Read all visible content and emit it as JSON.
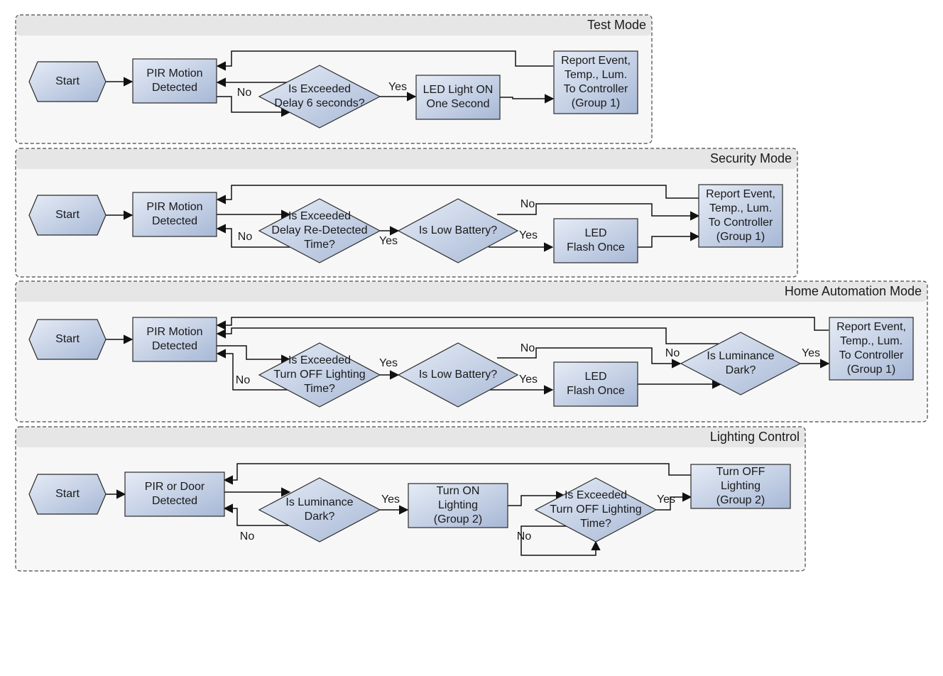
{
  "colors": {
    "node_fill_light": "#e6ecf6",
    "node_fill_dark": "#a7b8d6",
    "lane_background": "#f7f7f7",
    "lane_header": "#e6e6e6",
    "line": "#111111"
  },
  "lanes": [
    {
      "id": "test",
      "title": "Test Mode",
      "nodes": [
        {
          "id": "t_start",
          "shape": "hexagon",
          "lines": [
            "Start"
          ]
        },
        {
          "id": "t_pir",
          "shape": "rect",
          "lines": [
            "PIR Motion",
            "Detected"
          ]
        },
        {
          "id": "t_delay",
          "shape": "diamond",
          "lines": [
            "Is Exceeded",
            "Delay 6 seconds?"
          ]
        },
        {
          "id": "t_led",
          "shape": "rect",
          "lines": [
            "LED Light ON",
            "One Second"
          ]
        },
        {
          "id": "t_report",
          "shape": "rect",
          "lines": [
            "Report Event,",
            "Temp., Lum.",
            "To Controller",
            "(Group 1)"
          ]
        }
      ],
      "edges": [
        {
          "from": "t_start",
          "to": "t_pir",
          "label": ""
        },
        {
          "from": "t_pir",
          "to": "t_delay",
          "label": ""
        },
        {
          "from": "t_delay",
          "to": "t_pir",
          "label": "No"
        },
        {
          "from": "t_delay",
          "to": "t_led",
          "label": "Yes"
        },
        {
          "from": "t_led",
          "to": "t_report",
          "label": ""
        },
        {
          "from": "t_report",
          "to": "t_pir",
          "label": ""
        }
      ]
    },
    {
      "id": "security",
      "title": "Security Mode",
      "nodes": [
        {
          "id": "s_start",
          "shape": "hexagon",
          "lines": [
            "Start"
          ]
        },
        {
          "id": "s_pir",
          "shape": "rect",
          "lines": [
            "PIR Motion",
            "Detected"
          ]
        },
        {
          "id": "s_delay",
          "shape": "diamond",
          "lines": [
            "Is Exceeded",
            "Delay Re-Detected",
            "Time?"
          ]
        },
        {
          "id": "s_batt",
          "shape": "diamond",
          "lines": [
            "Is Low Battery?"
          ]
        },
        {
          "id": "s_led",
          "shape": "rect",
          "lines": [
            "LED",
            "Flash Once"
          ]
        },
        {
          "id": "s_report",
          "shape": "rect",
          "lines": [
            "Report Event,",
            "Temp., Lum.",
            "To Controller",
            "(Group 1)"
          ]
        }
      ],
      "edges": [
        {
          "from": "s_start",
          "to": "s_pir",
          "label": ""
        },
        {
          "from": "s_pir",
          "to": "s_delay",
          "label": ""
        },
        {
          "from": "s_delay",
          "to": "s_pir",
          "label": "No"
        },
        {
          "from": "s_delay",
          "to": "s_batt",
          "label": "Yes"
        },
        {
          "from": "s_batt",
          "to": "s_report",
          "label": "No"
        },
        {
          "from": "s_batt",
          "to": "s_led",
          "label": "Yes"
        },
        {
          "from": "s_led",
          "to": "s_report",
          "label": ""
        },
        {
          "from": "s_report",
          "to": "s_pir",
          "label": ""
        }
      ]
    },
    {
      "id": "home",
      "title": "Home Automation Mode",
      "nodes": [
        {
          "id": "h_start",
          "shape": "hexagon",
          "lines": [
            "Start"
          ]
        },
        {
          "id": "h_pir",
          "shape": "rect",
          "lines": [
            "PIR Motion",
            "Detected"
          ]
        },
        {
          "id": "h_delay",
          "shape": "diamond",
          "lines": [
            "Is Exceeded",
            "Turn OFF Lighting",
            "Time?"
          ]
        },
        {
          "id": "h_batt",
          "shape": "diamond",
          "lines": [
            "Is Low Battery?"
          ]
        },
        {
          "id": "h_led",
          "shape": "rect",
          "lines": [
            "LED",
            "Flash Once"
          ]
        },
        {
          "id": "h_lum",
          "shape": "diamond",
          "lines": [
            "Is Luminance",
            "Dark?"
          ]
        },
        {
          "id": "h_report",
          "shape": "rect",
          "lines": [
            "Report Event,",
            "Temp., Lum.",
            "To Controller",
            "(Group 1)"
          ]
        }
      ],
      "edges": [
        {
          "from": "h_start",
          "to": "h_pir",
          "label": ""
        },
        {
          "from": "h_pir",
          "to": "h_delay",
          "label": ""
        },
        {
          "from": "h_delay",
          "to": "h_pir",
          "label": "No"
        },
        {
          "from": "h_delay",
          "to": "h_batt",
          "label": "Yes"
        },
        {
          "from": "h_batt",
          "to": "h_lum",
          "label": "No"
        },
        {
          "from": "h_batt",
          "to": "h_led",
          "label": "Yes"
        },
        {
          "from": "h_led",
          "to": "h_lum",
          "label": ""
        },
        {
          "from": "h_lum",
          "to": "h_pir",
          "label": "No"
        },
        {
          "from": "h_lum",
          "to": "h_report",
          "label": "Yes"
        },
        {
          "from": "h_report",
          "to": "h_pir",
          "label": ""
        }
      ]
    },
    {
      "id": "lighting",
      "title": "Lighting Control",
      "nodes": [
        {
          "id": "l_start",
          "shape": "hexagon",
          "lines": [
            "Start"
          ]
        },
        {
          "id": "l_pir",
          "shape": "rect",
          "lines": [
            "PIR or Door",
            "Detected"
          ]
        },
        {
          "id": "l_lum",
          "shape": "diamond",
          "lines": [
            "Is Luminance",
            "Dark?"
          ]
        },
        {
          "id": "l_on",
          "shape": "rect",
          "lines": [
            "Turn ON",
            "Lighting",
            "(Group 2)"
          ]
        },
        {
          "id": "l_delay",
          "shape": "diamond",
          "lines": [
            "Is Exceeded",
            "Turn OFF Lighting",
            "Time?"
          ]
        },
        {
          "id": "l_off",
          "shape": "rect",
          "lines": [
            "Turn OFF",
            "Lighting",
            "(Group 2)"
          ]
        }
      ],
      "edges": [
        {
          "from": "l_start",
          "to": "l_pir",
          "label": ""
        },
        {
          "from": "l_pir",
          "to": "l_lum",
          "label": ""
        },
        {
          "from": "l_lum",
          "to": "l_pir",
          "label": "No"
        },
        {
          "from": "l_lum",
          "to": "l_on",
          "label": "Yes"
        },
        {
          "from": "l_on",
          "to": "l_delay",
          "label": ""
        },
        {
          "from": "l_delay",
          "to": "l_delay",
          "label": "No"
        },
        {
          "from": "l_delay",
          "to": "l_off",
          "label": "Yes"
        },
        {
          "from": "l_off",
          "to": "l_pir",
          "label": ""
        }
      ]
    }
  ]
}
